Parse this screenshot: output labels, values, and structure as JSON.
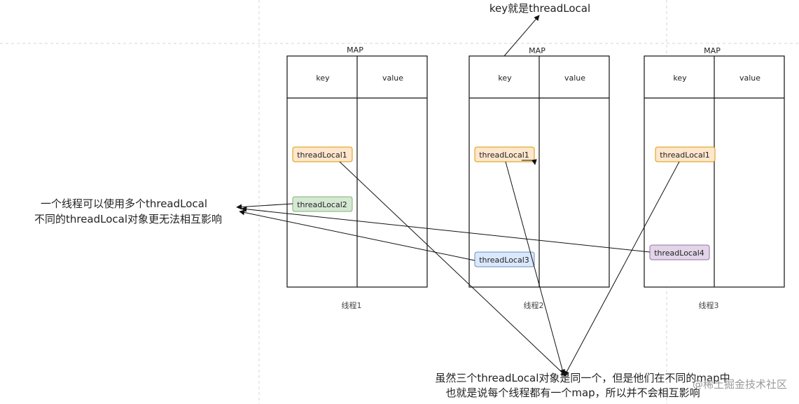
{
  "maps": [
    {
      "title": "MAP",
      "key_header": "key",
      "value_header": "value",
      "caption": "线程1",
      "tags": [
        {
          "label": "threadLocal1",
          "color": "orange"
        },
        {
          "label": "threadLocal2",
          "color": "green"
        }
      ]
    },
    {
      "title": "MAP",
      "key_header": "key",
      "value_header": "value",
      "caption": "线程2",
      "tags": [
        {
          "label": "threadLocal1",
          "color": "orange"
        },
        {
          "label": "threadLocal3",
          "color": "blue"
        }
      ]
    },
    {
      "title": "MAP",
      "key_header": "key",
      "value_header": "value",
      "caption": "线程3",
      "tags": [
        {
          "label": "threadLocal1",
          "color": "orange"
        },
        {
          "label": "threadLocal4",
          "color": "purple"
        }
      ]
    }
  ],
  "annotations": {
    "top": "key就是threadLocal",
    "left_line1": "一个线程可以使用多个threadLocal",
    "left_line2": "不同的threadLocal对象更无法相互影响",
    "bottom_line1": "虽然三个threadLocal对象是同一个，但是他们在不同的map中",
    "bottom_line2": "也就是说每个线程都有一个map，所以并不会相互影响"
  },
  "watermark": "@稀土掘金技术社区",
  "colors": {
    "orange": {
      "fill": "#ffe6cc",
      "stroke": "#d79b00"
    },
    "green": {
      "fill": "#d5e8d4",
      "stroke": "#82b366"
    },
    "blue": {
      "fill": "#dae8fc",
      "stroke": "#6c8ebf"
    },
    "purple": {
      "fill": "#e1d5e7",
      "stroke": "#9673a6"
    }
  }
}
